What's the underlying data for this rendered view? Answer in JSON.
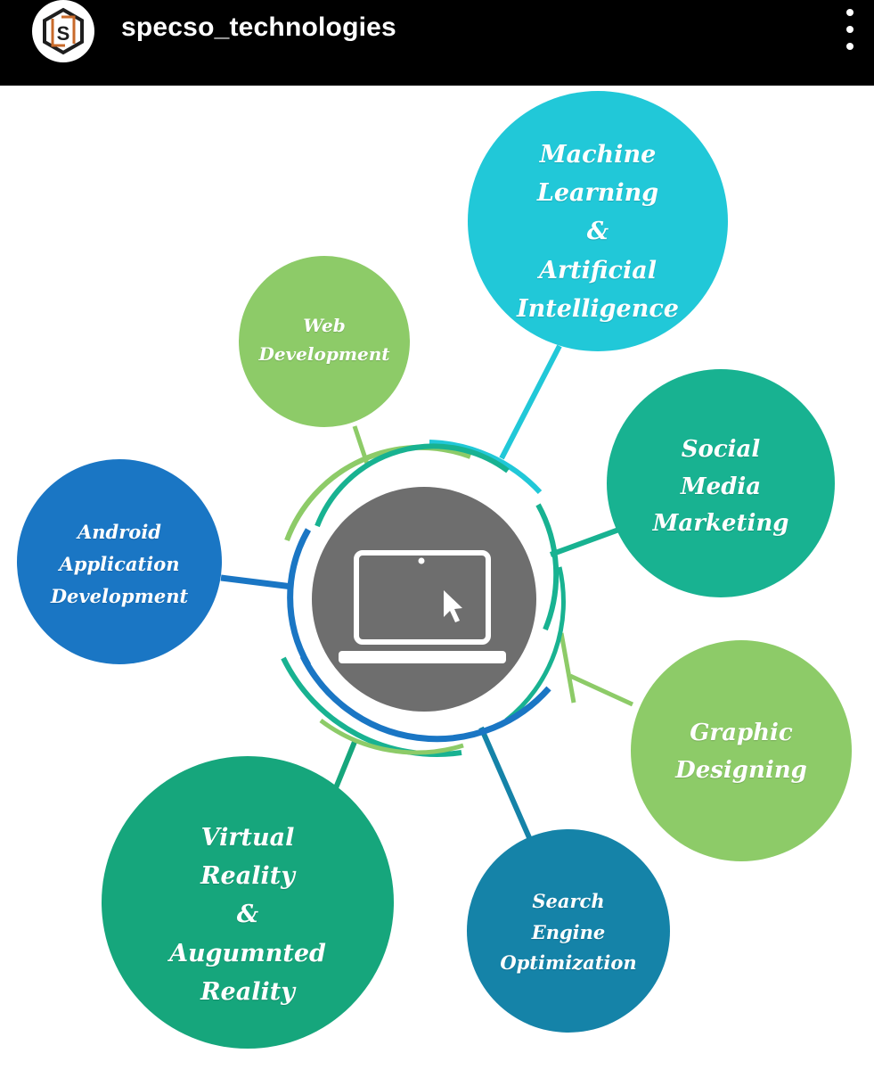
{
  "header": {
    "username": "specso_technologies",
    "avatar_icon": "specso-logo-icon",
    "more_icon": "more-options-icon"
  },
  "post": {
    "center_icon": "laptop-cursor-icon",
    "nodes": [
      {
        "id": "ml",
        "text": "Machine\nLearning\n&\nArtificial\nIntelligence",
        "color": "#21c8d8"
      },
      {
        "id": "web",
        "text": "Web\nDevelopment",
        "color": "#8dcb68"
      },
      {
        "id": "smm",
        "text": "Social\nMedia\nMarketing",
        "color": "#18b291"
      },
      {
        "id": "android",
        "text": "Android\nApplication\nDevelopment",
        "color": "#1a76c4"
      },
      {
        "id": "graphic",
        "text": "Graphic\nDesigning",
        "color": "#8dcb68"
      },
      {
        "id": "vr",
        "text": "Virtual\nReality\n&\nAugumnted\nReality",
        "color": "#16a67c"
      },
      {
        "id": "seo",
        "text": "Search\nEngine\nOptimization",
        "color": "#1583a8"
      }
    ]
  }
}
